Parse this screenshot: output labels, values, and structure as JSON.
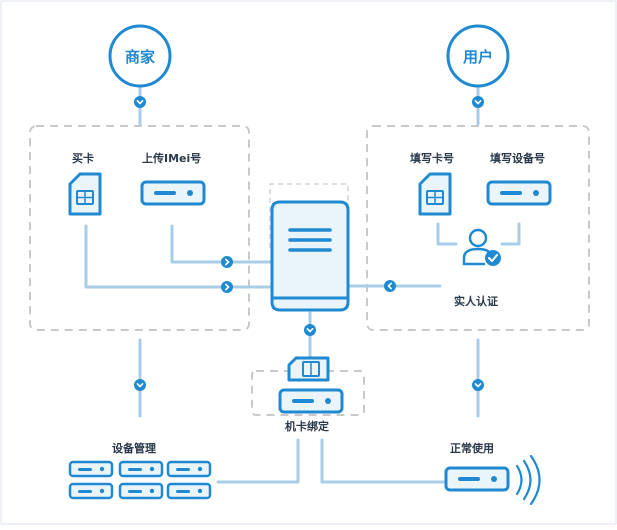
{
  "colors": {
    "accent": "#1f8ad1",
    "line": "#a7cde8",
    "dash": "#c9c9c9",
    "card_fill": "#eaf4fb",
    "text": "#2b3a4a"
  },
  "nodes": {
    "merchant": "商家",
    "user": "用户"
  },
  "merchant_group": {
    "buy_card": "买卡",
    "upload_imei": "上传IMei号"
  },
  "user_group": {
    "fill_card_number": "填写卡号",
    "fill_device_number": "填写设备号",
    "real_name_auth": "实人认证"
  },
  "bottom": {
    "device_management": "设备管理",
    "card_binding": "机卡绑定",
    "normal_use": "正常使用"
  },
  "icons": {
    "sim": "sim-card-icon",
    "device": "device-icon",
    "server": "server-icon",
    "user_check": "user-verified-icon",
    "signal": "signal-waves-icon",
    "arrow": "chevron-arrow-icon"
  }
}
